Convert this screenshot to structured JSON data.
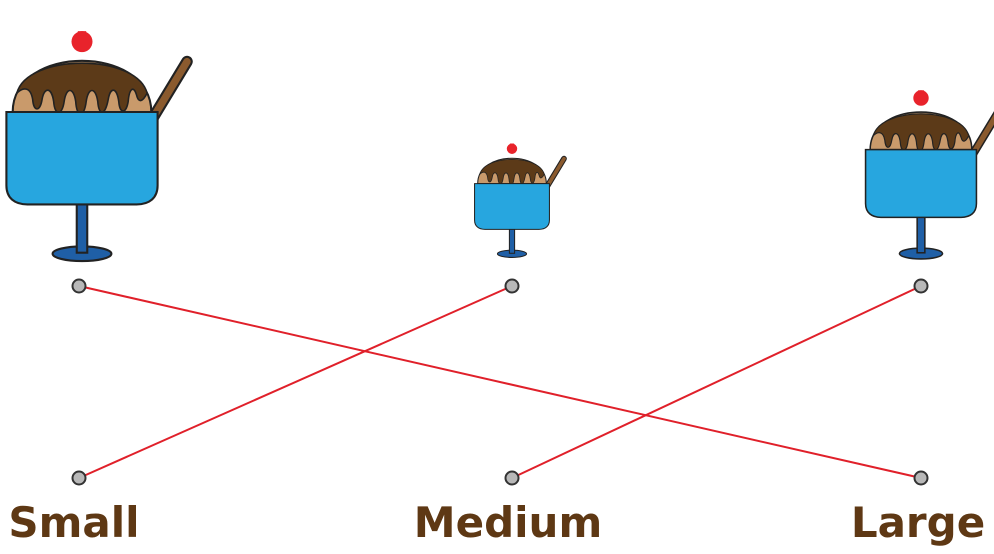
{
  "labels": [
    "Small",
    "Medium",
    "Large"
  ],
  "colors": {
    "label": "#5e3814",
    "line": "#e0202a",
    "bowl": "#27a6df",
    "stem": "#1f5fa6",
    "ice_cream": "#c99a6b",
    "chocolate": "#5c3a18",
    "cherry": "#e8232b",
    "spoon": "#8a5a2e",
    "dot_fill": "#b8b8b8",
    "outline": "#222222"
  },
  "icons": [
    "sundae-icon"
  ],
  "connections": [
    {
      "from": "sundae-1",
      "to": "Large"
    },
    {
      "from": "sundae-2",
      "to": "Small"
    },
    {
      "from": "sundae-3",
      "to": "Medium"
    }
  ]
}
